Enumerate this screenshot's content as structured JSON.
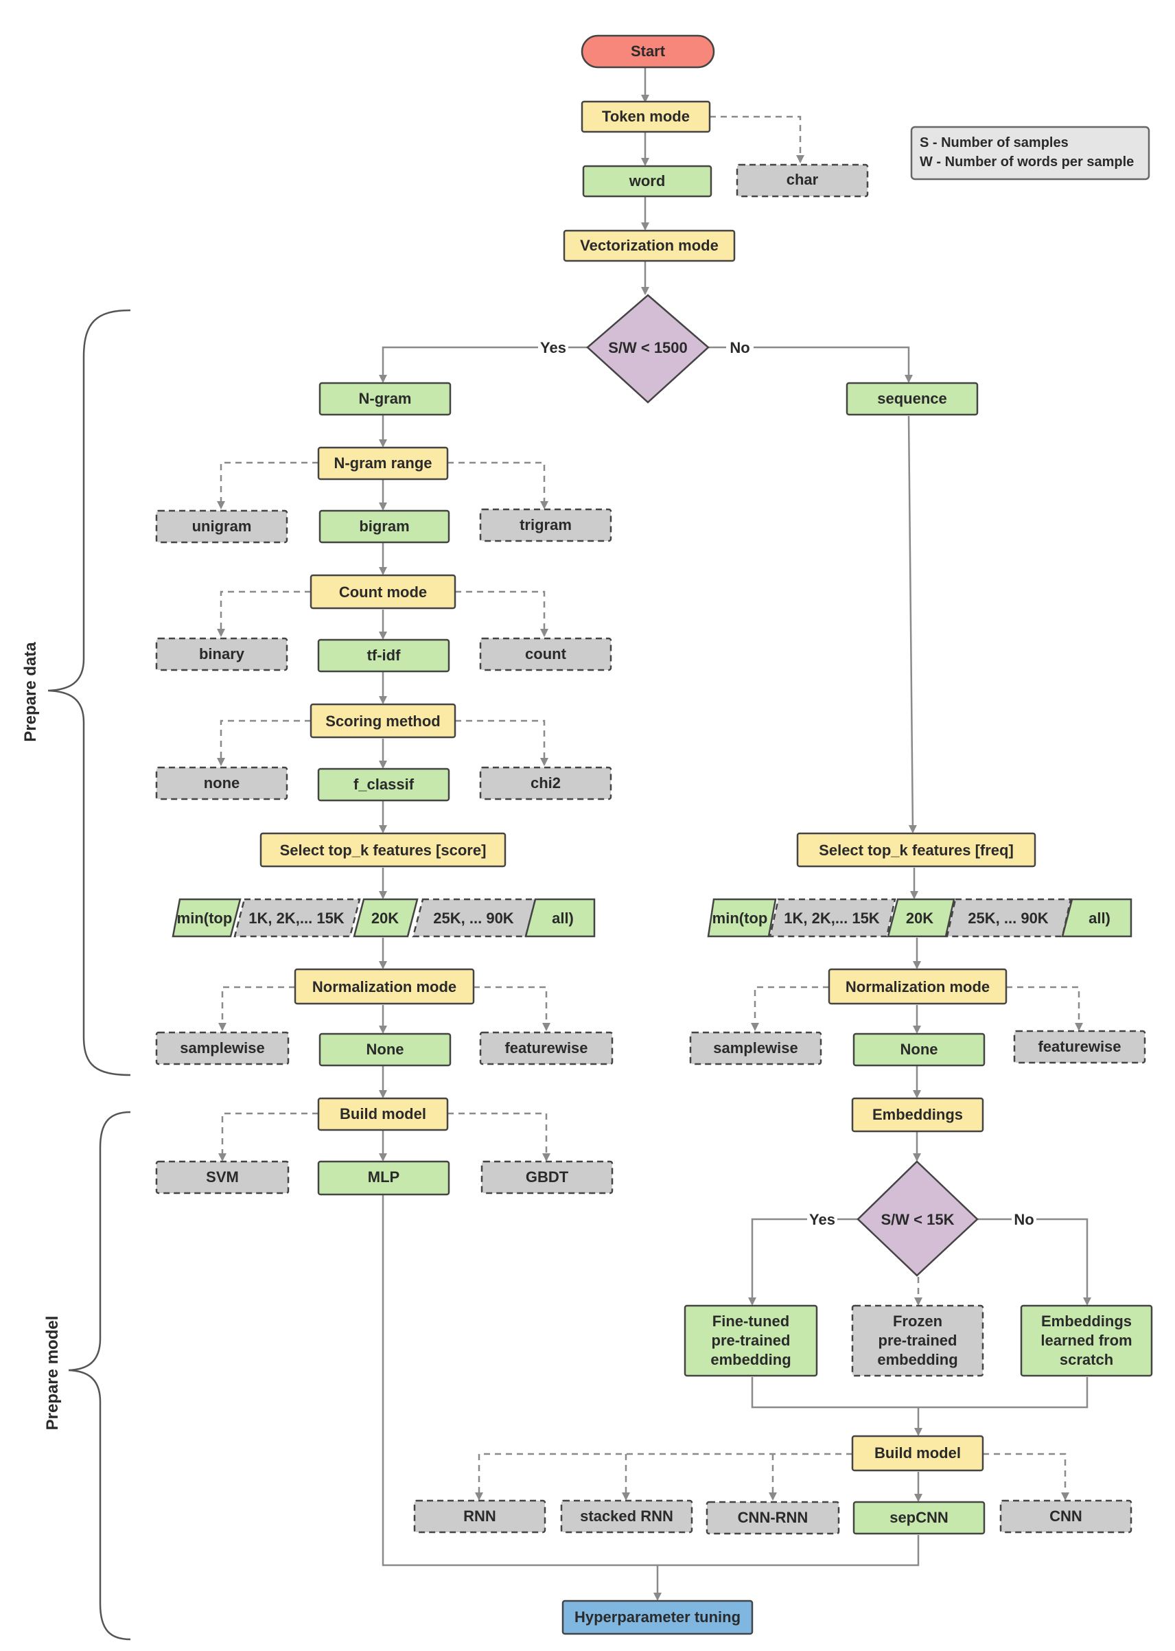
{
  "diagram": {
    "start": "Start",
    "token_mode": "Token mode",
    "word": "word",
    "char": "char",
    "legend_s": "S  - Number of samples",
    "legend_w": "W - Number of words per sample",
    "vectorization_mode": "Vectorization mode",
    "decision1": "S/W < 1500",
    "yes": "Yes",
    "no": "No",
    "ngram": "N-gram",
    "sequence": "sequence",
    "ngram_range": "N-gram range",
    "unigram": "unigram",
    "bigram": "bigram",
    "trigram": "trigram",
    "count_mode": "Count mode",
    "binary": "binary",
    "tfidf": "tf-idf",
    "count": "count",
    "scoring_method": "Scoring method",
    "none": "none",
    "f_classif": "f_classif",
    "chi2": "chi2",
    "select_score": "Select top_k features [score]",
    "select_freq": "Select top_k features [freq]",
    "topk": {
      "p1": "min(top",
      "p2": "1K, 2K,... 15K",
      "p3": "20K",
      "p4": "25K, ... 90K",
      "p5": "all)"
    },
    "normalization_mode": "Normalization mode",
    "samplewise": "samplewise",
    "none_cap": "None",
    "featurewise": "featurewise",
    "build_model": "Build model",
    "svm": "SVM",
    "mlp": "MLP",
    "gbdt": "GBDT",
    "embeddings": "Embeddings",
    "decision2": "S/W < 15K",
    "finetuned": [
      "Fine-tuned",
      "pre-trained",
      "embedding"
    ],
    "frozen": [
      "Frozen",
      "pre-trained",
      "embedding"
    ],
    "scratch": [
      "Embeddings",
      "learned from",
      "scratch"
    ],
    "rnn": "RNN",
    "stacked_rnn": "stacked RNN",
    "cnn_rnn": "CNN-RNN",
    "sepcnn": "sepCNN",
    "cnn": "CNN",
    "hyperparameter_tuning": "Hyperparameter tuning",
    "prepare_data": "Prepare data",
    "prepare_model": "Prepare model"
  },
  "colors": {
    "start": "#f6877a",
    "decision": "#d3bed6",
    "selected": "#c6e8ac",
    "option": "#cccccc",
    "process": "#fbeaa5",
    "final": "#7fb7e0",
    "legend": "#e5e5e5",
    "line": "#8a8a8a",
    "stroke": "#444444"
  }
}
